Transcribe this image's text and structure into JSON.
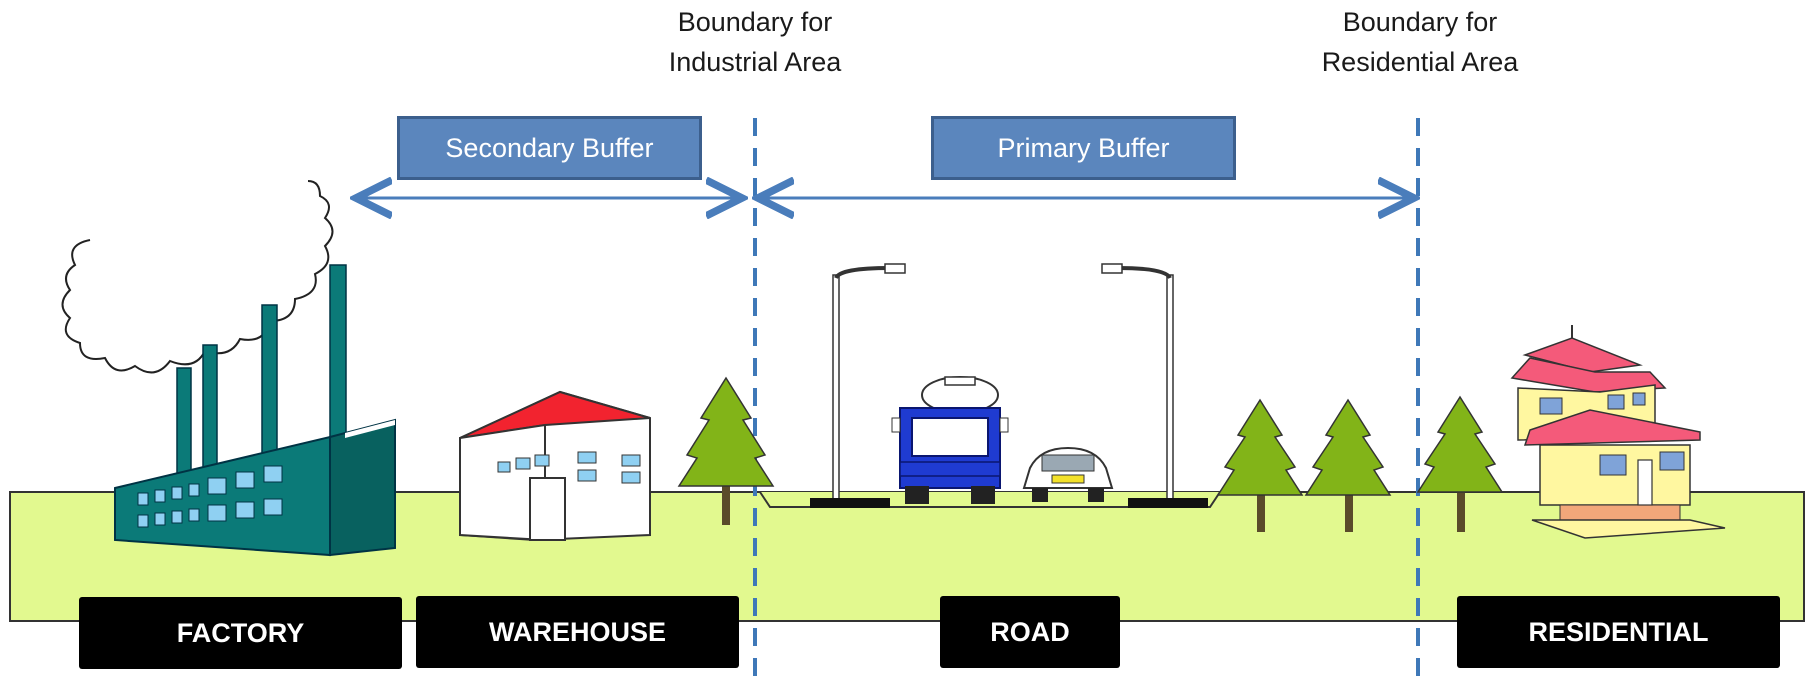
{
  "boundaries": {
    "industrial": "Boundary for\nIndustrial Area",
    "industrial_line1": "Boundary for",
    "industrial_line2": "Industrial Area",
    "residential_line1": "Boundary for",
    "residential_line2": "Residential Area"
  },
  "buffers": {
    "secondary": "Secondary Buffer",
    "primary": "Primary Buffer"
  },
  "zones": {
    "factory": "FACTORY",
    "warehouse": "WAREHOUSE",
    "road": "ROAD",
    "residential": "RESIDENTIAL"
  },
  "colors": {
    "ground": "#e2f98f",
    "buffer_box": "#5b86bd",
    "boundary_line": "#3e78b8",
    "factory": "#0b7a78",
    "tree": "#82b418",
    "roof_red": "#f2232f"
  }
}
